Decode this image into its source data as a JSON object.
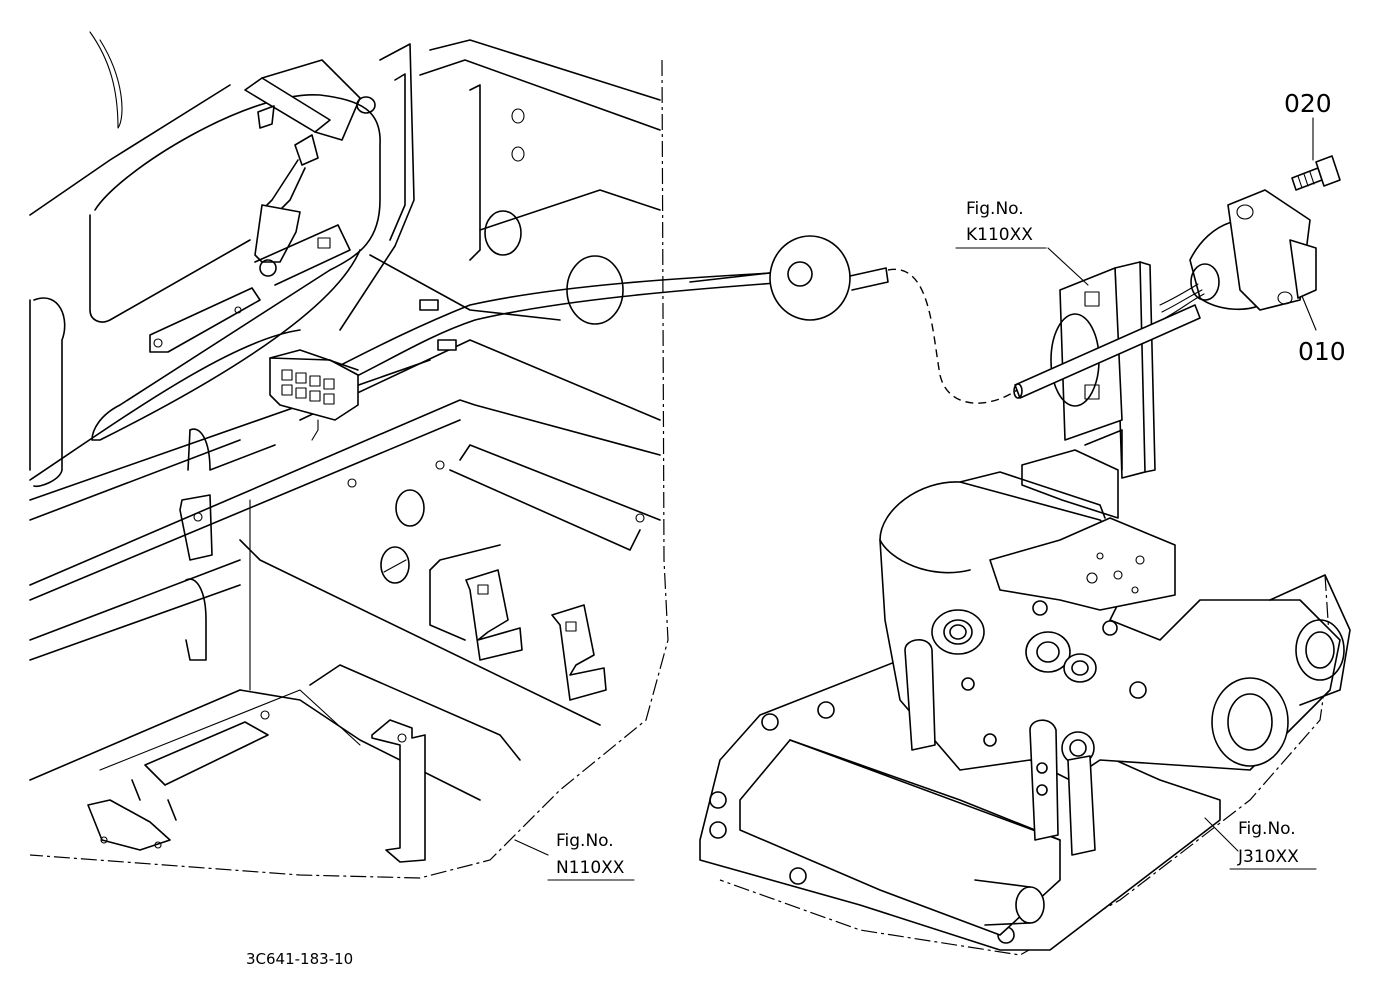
{
  "callouts": {
    "part_020": "020",
    "part_010": "010"
  },
  "references": {
    "k110": {
      "prefix": "Fig.No.",
      "code": "K110XX"
    },
    "n110": {
      "prefix": "Fig.No.",
      "code": "N110XX"
    },
    "j310": {
      "prefix": "Fig.No.",
      "code": "J310XX"
    }
  },
  "drawing_code": "3C641-183-10",
  "colors": {
    "line": "#000000",
    "background": "#ffffff"
  }
}
